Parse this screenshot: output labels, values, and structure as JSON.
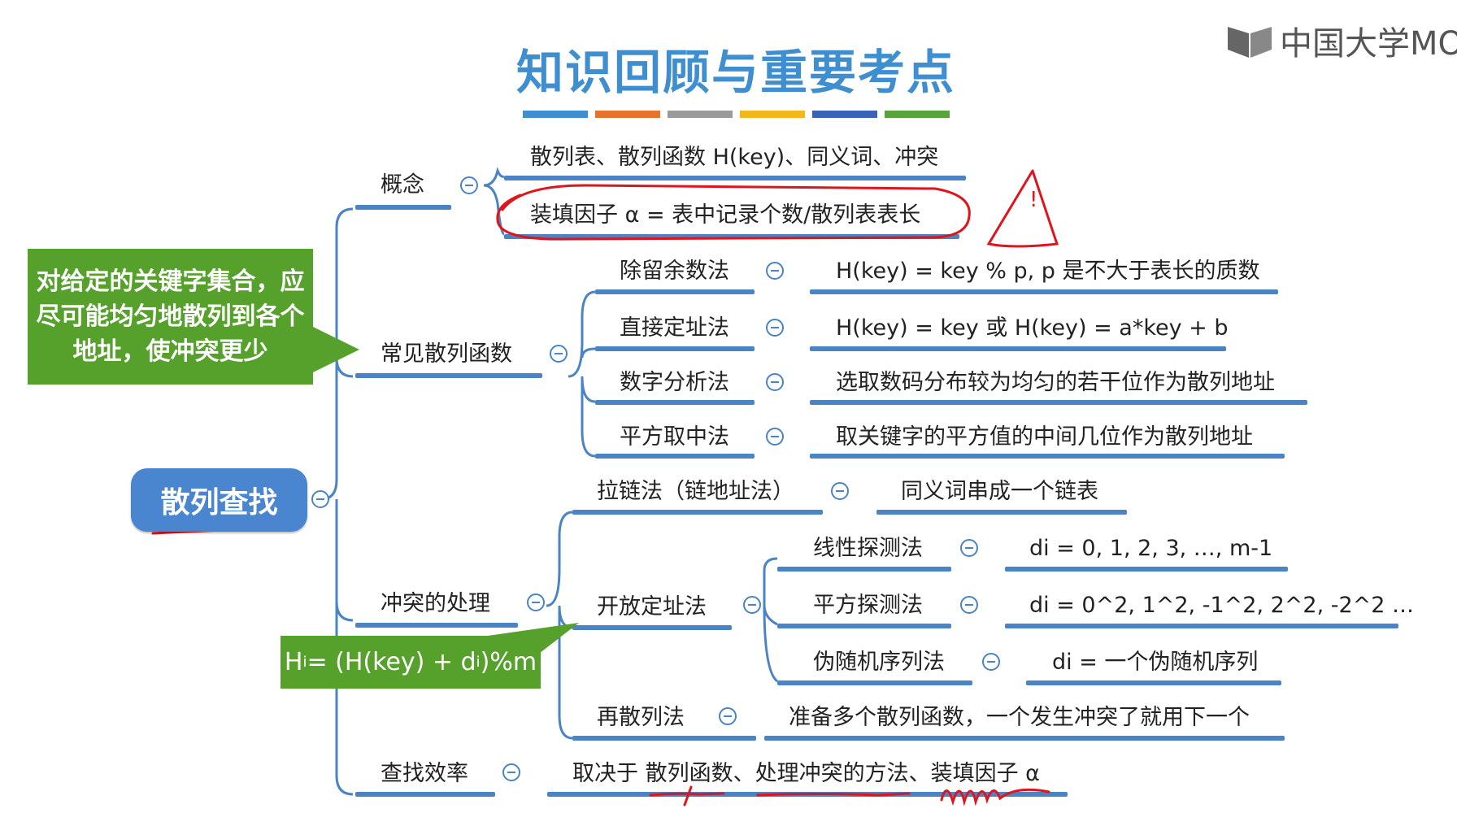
{
  "header": {
    "title": "知识回顾与重要考点",
    "color_bar": [
      "#3f8fd0",
      "#e8742c",
      "#9a9a9a",
      "#f2b81b",
      "#3a62b8",
      "#59a43a"
    ],
    "logo_text": "中国大学MOOC"
  },
  "root": {
    "label": "散列查找"
  },
  "callouts": {
    "principle": "对给定的关键字集合，应尽可能均匀地散列到各个地址，使冲突更少",
    "formula": {
      "h": "H",
      "i": "i",
      "mid": " = (H(key) + d",
      "di": "i",
      "end": ")%m"
    }
  },
  "branches": {
    "concept": {
      "label": "概念",
      "items": [
        "散列表、散列函数 H(key)、同义词、冲突",
        "装填因子 α = 表中记录个数/散列表表长"
      ]
    },
    "hash_functions": {
      "label": "常见散列函数",
      "methods": [
        {
          "name": "除留余数法",
          "desc": "H(key) = key % p,  p 是不大于表长的质数"
        },
        {
          "name": "直接定址法",
          "desc": "H(key) = key 或 H(key) = a*key + b"
        },
        {
          "name": "数字分析法",
          "desc": "选取数码分布较为均匀的若干位作为散列地址"
        },
        {
          "name": "平方取中法",
          "desc": "取关键字的平方值的中间几位作为散列地址"
        }
      ]
    },
    "collision": {
      "label": "冲突的处理",
      "chaining": {
        "name": "拉链法（链地址法）",
        "desc": "同义词串成一个链表"
      },
      "open_addressing": {
        "name": "开放定址法",
        "probes": [
          {
            "name": "线性探测法",
            "desc": "di = 0, 1, 2, 3, …, m-1"
          },
          {
            "name": "平方探测法",
            "desc": "di = 0^2, 1^2, -1^2, 2^2, -2^2 …"
          },
          {
            "name": "伪随机序列法",
            "desc": "di = 一个伪随机序列"
          }
        ]
      },
      "rehash": {
        "name": "再散列法",
        "desc": "准备多个散列函数，一个发生冲突了就用下一个"
      }
    },
    "efficiency": {
      "label": "查找效率",
      "desc": "取决于 散列函数、处理冲突的方法、装填因子 α"
    }
  },
  "annotations": {
    "warning_mark": "!"
  }
}
